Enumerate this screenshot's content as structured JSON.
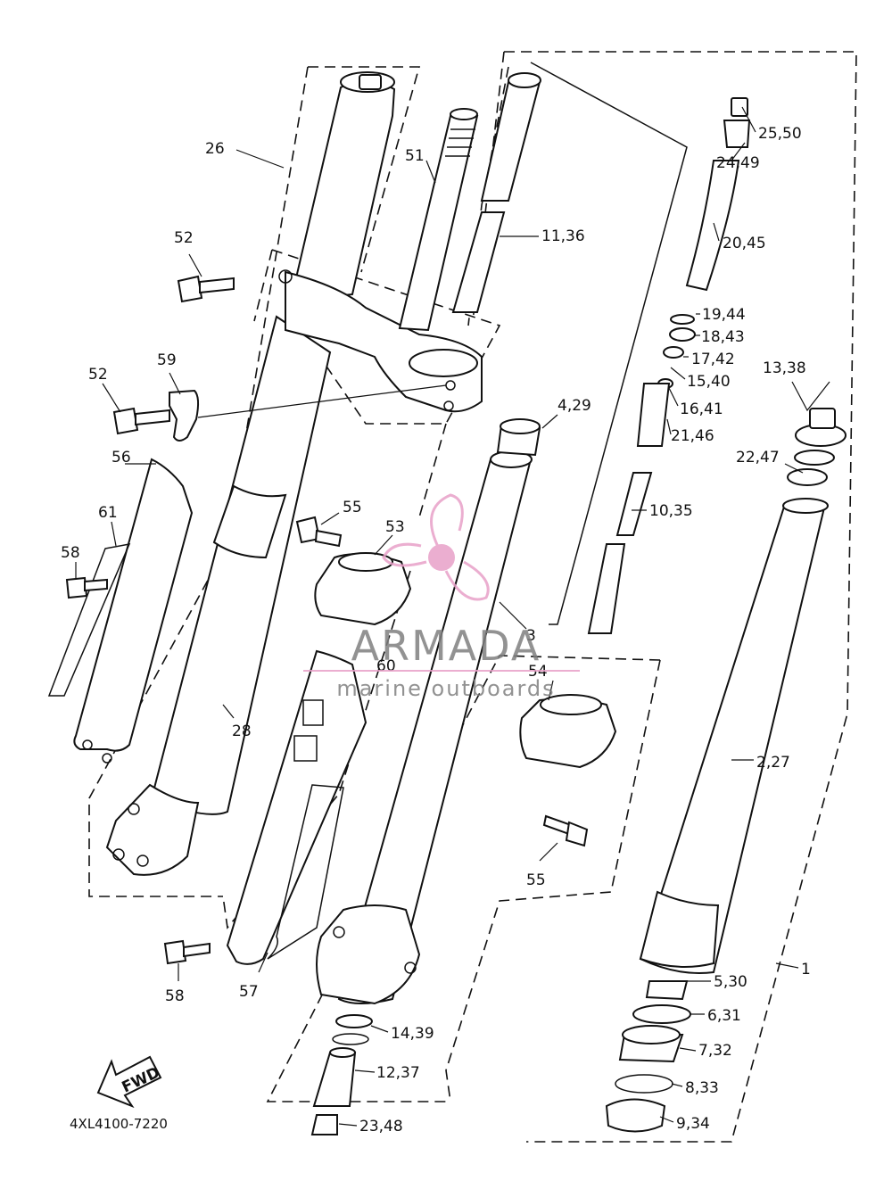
{
  "diagram_code": "4XL4100-7220",
  "fwd_label": "FWD",
  "watermark": {
    "brand": "ARMADA",
    "tagline": "marine outboards",
    "accent_color": "#e8a0c8"
  },
  "callouts": {
    "c26": "26",
    "c51": "51",
    "c52a": "52",
    "c52b": "52",
    "c59": "59",
    "c56": "56",
    "c61": "61",
    "c58a": "58",
    "c58b": "58",
    "c55a": "55",
    "c55b": "55",
    "c53": "53",
    "c3": "3",
    "c60": "60",
    "c54": "54",
    "c28": "28",
    "c57": "57",
    "c4_29": "4,29",
    "c11_36": "11,36",
    "c25_50": "25,50",
    "c24_49": "24,49",
    "c20_45": "20,45",
    "c19_44": "19,44",
    "c18_43": "18,43",
    "c17_42": "17,42",
    "c15_40": "15,40",
    "c16_41": "16,41",
    "c13_38": "13,38",
    "c21_46": "21,46",
    "c22_47": "22,47",
    "c10_35": "10,35",
    "c2_27": "2,27",
    "c1": "1",
    "c5_30": "5,30",
    "c6_31": "6,31",
    "c7_32": "7,32",
    "c8_33": "8,33",
    "c9_34": "9,34",
    "c14_39": "14,39",
    "c12_37": "12,37",
    "c23_48": "23,48"
  },
  "icons": [
    "fwd-arrow-icon",
    "propeller-logo-icon"
  ]
}
